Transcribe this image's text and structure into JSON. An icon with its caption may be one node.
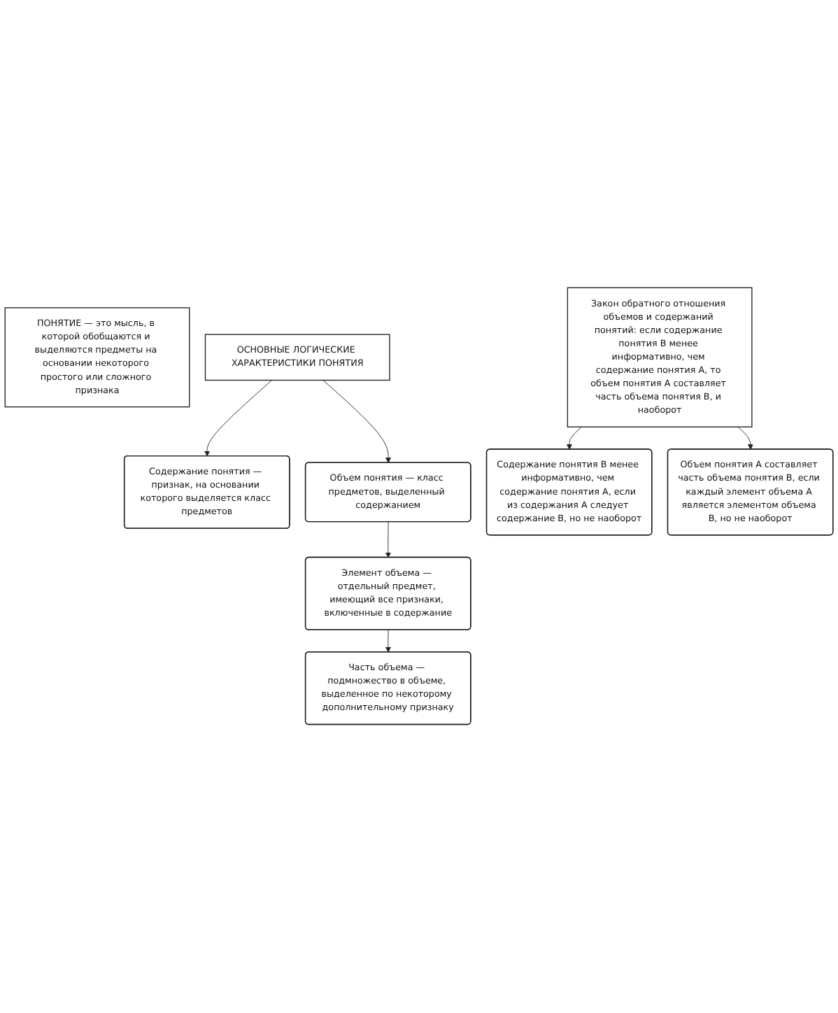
{
  "diagram": {
    "nodes": [
      {
        "text": [
          "ПОНЯТИЕ — это мысль, в которой обобщаются и выделяются предметы на основании некоторого простого или сложного признака"
        ]
      },
      {
        "text": [
          "ОСНОВНЫЕ ЛОГИЧЕСКИЕ ХАРАКТЕРИСТИКИ ПОНЯТИЯ"
        ]
      },
      {
        "text": [
          "Содержание понятия — признак, на основании которого выделяется класс предметов"
        ]
      },
      {
        "text": [
          "Объем понятия — класс предметов, выделенный содержанием"
        ]
      },
      {
        "text": [
          "Элемент объема — отдельный предмет, имеющий все признаки, включенные в содержание"
        ]
      },
      {
        "text": [
          "Часть объема — подмножество в объеме, выделенное по некоторому дополнительному признаку"
        ]
      },
      {
        "text": [
          "Закон обратного отношения объемов и содержаний понятий: если содержание понятия В менее информативно, чем содержание понятия А, то объем понятия А составляет часть объема понятия В, и наоборот"
        ]
      },
      {
        "text": [
          "Содержание понятия В менее информативно, чем содержание понятия А, если из содержания А следует содержание В, но не наоборот"
        ]
      },
      {
        "text": [
          "Объем понятия А составляет часть объема понятия В, если каждый элемент объема А является элементом объема В, но не наоборот"
        ]
      }
    ],
    "edges": [
      {
        "from": 1,
        "to": 2,
        "arrow": "to"
      },
      {
        "from": 1,
        "to": 3,
        "arrow": "to"
      },
      {
        "from": 3,
        "to": 4,
        "arrow": "to"
      },
      {
        "from": 4,
        "to": 5,
        "arrow": "to"
      },
      {
        "from": 6,
        "to": 7,
        "arrow": "to"
      },
      {
        "from": 6,
        "to": 8,
        "arrow": "to"
      }
    ]
  }
}
